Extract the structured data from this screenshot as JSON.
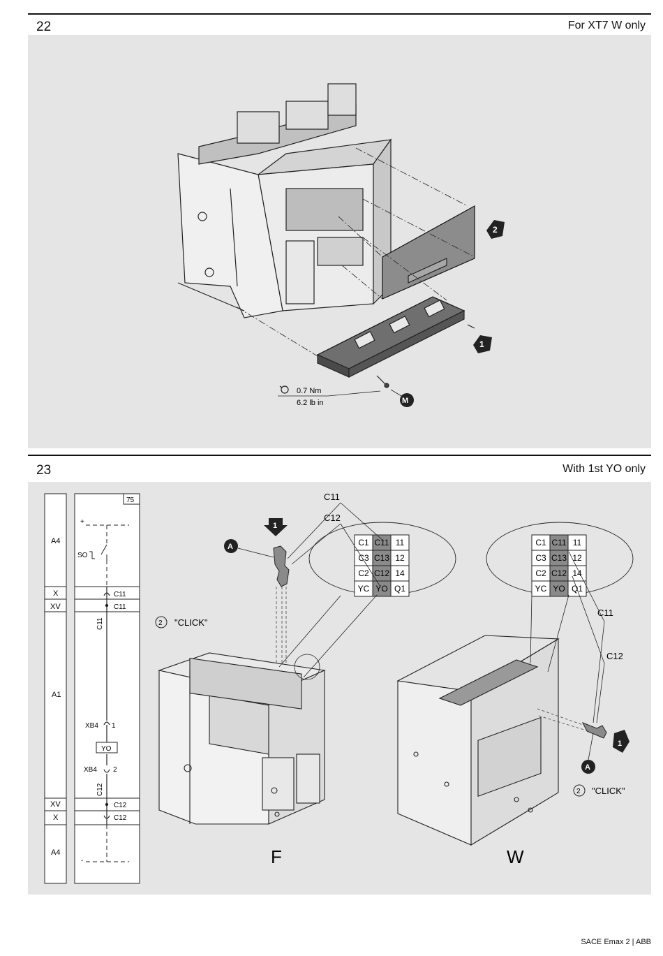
{
  "step22": {
    "number": "22",
    "note": "For XT7 W only",
    "callouts": [
      "2",
      "1",
      "M"
    ],
    "torque_nm": "0.7 Nm",
    "torque_lbin": "6.2 lb in"
  },
  "step23": {
    "number": "23",
    "note": "With 1st YO only",
    "schematic": {
      "sheet": "75",
      "zones": [
        "A4",
        "X",
        "XV",
        "A1",
        "XV",
        "X",
        "A4"
      ],
      "plus": "+",
      "minus": "-",
      "so": "SO",
      "c11": "C11",
      "c12": "C12",
      "xb4": "XB4",
      "pin1": "1",
      "pin2": "2",
      "yo": "YO"
    },
    "terminal_grid": [
      [
        "C1",
        "C11",
        "11"
      ],
      [
        "C3",
        "C13",
        "12"
      ],
      [
        "C2",
        "C12",
        "14"
      ],
      [
        "YC",
        "YO",
        "Q1"
      ]
    ],
    "labels": {
      "c11": "C11",
      "c12": "C12",
      "callout_1": "1",
      "callout_a": "A",
      "click_num": "2",
      "click": "\"CLICK\"",
      "fixed": "F",
      "withdrawable": "W"
    },
    "highlight_color": "#8a8a8a"
  },
  "footer": "SACE Emax 2 | ABB"
}
